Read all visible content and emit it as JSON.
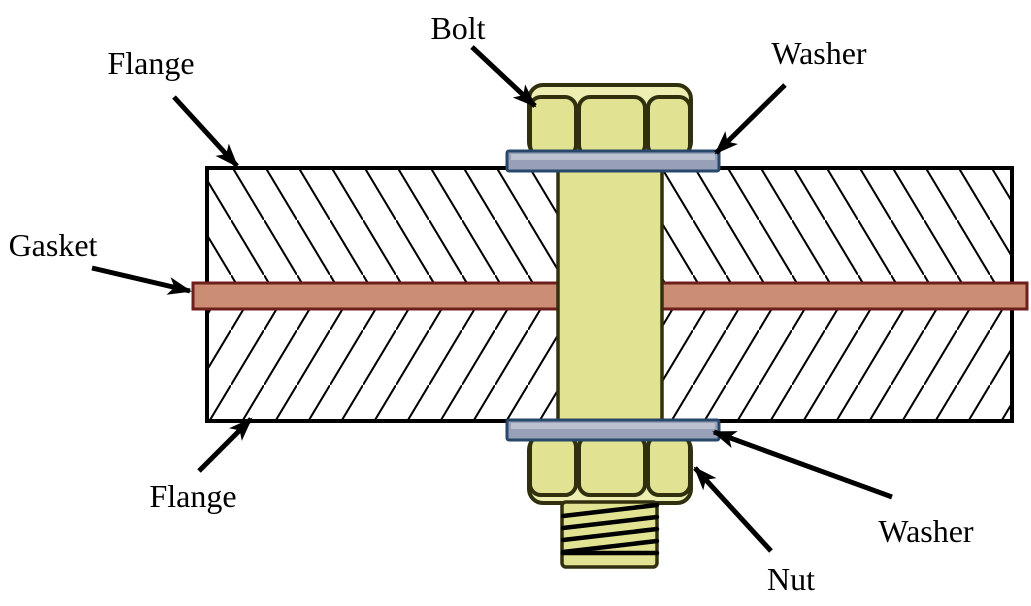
{
  "figure": {
    "type": "diagram",
    "subject": "Bolted flange joint cross-section with gasket",
    "labels": {
      "bolt": "Bolt",
      "washer_top": "Washer",
      "flange_top": "Flange",
      "gasket": "Gasket",
      "flange_bottom": "Flange",
      "washer_bottom": "Washer",
      "nut": "Nut"
    },
    "colors": {
      "background": "#ffffff",
      "bolt_fill": "#e2e392",
      "bolt_rim_fill": "#eceeb2",
      "bolt_outline": "#30300e",
      "washer_fill": "#97a0b6",
      "washer_outline": "#27476b",
      "gasket_fill": "#cb8e75",
      "gasket_outline": "#6d1f1c",
      "flange_fill": "#ffffff",
      "flange_outline": "#000000",
      "hatch_color": "#000000",
      "arrow_color": "#000000",
      "text_color": "#000000"
    }
  }
}
